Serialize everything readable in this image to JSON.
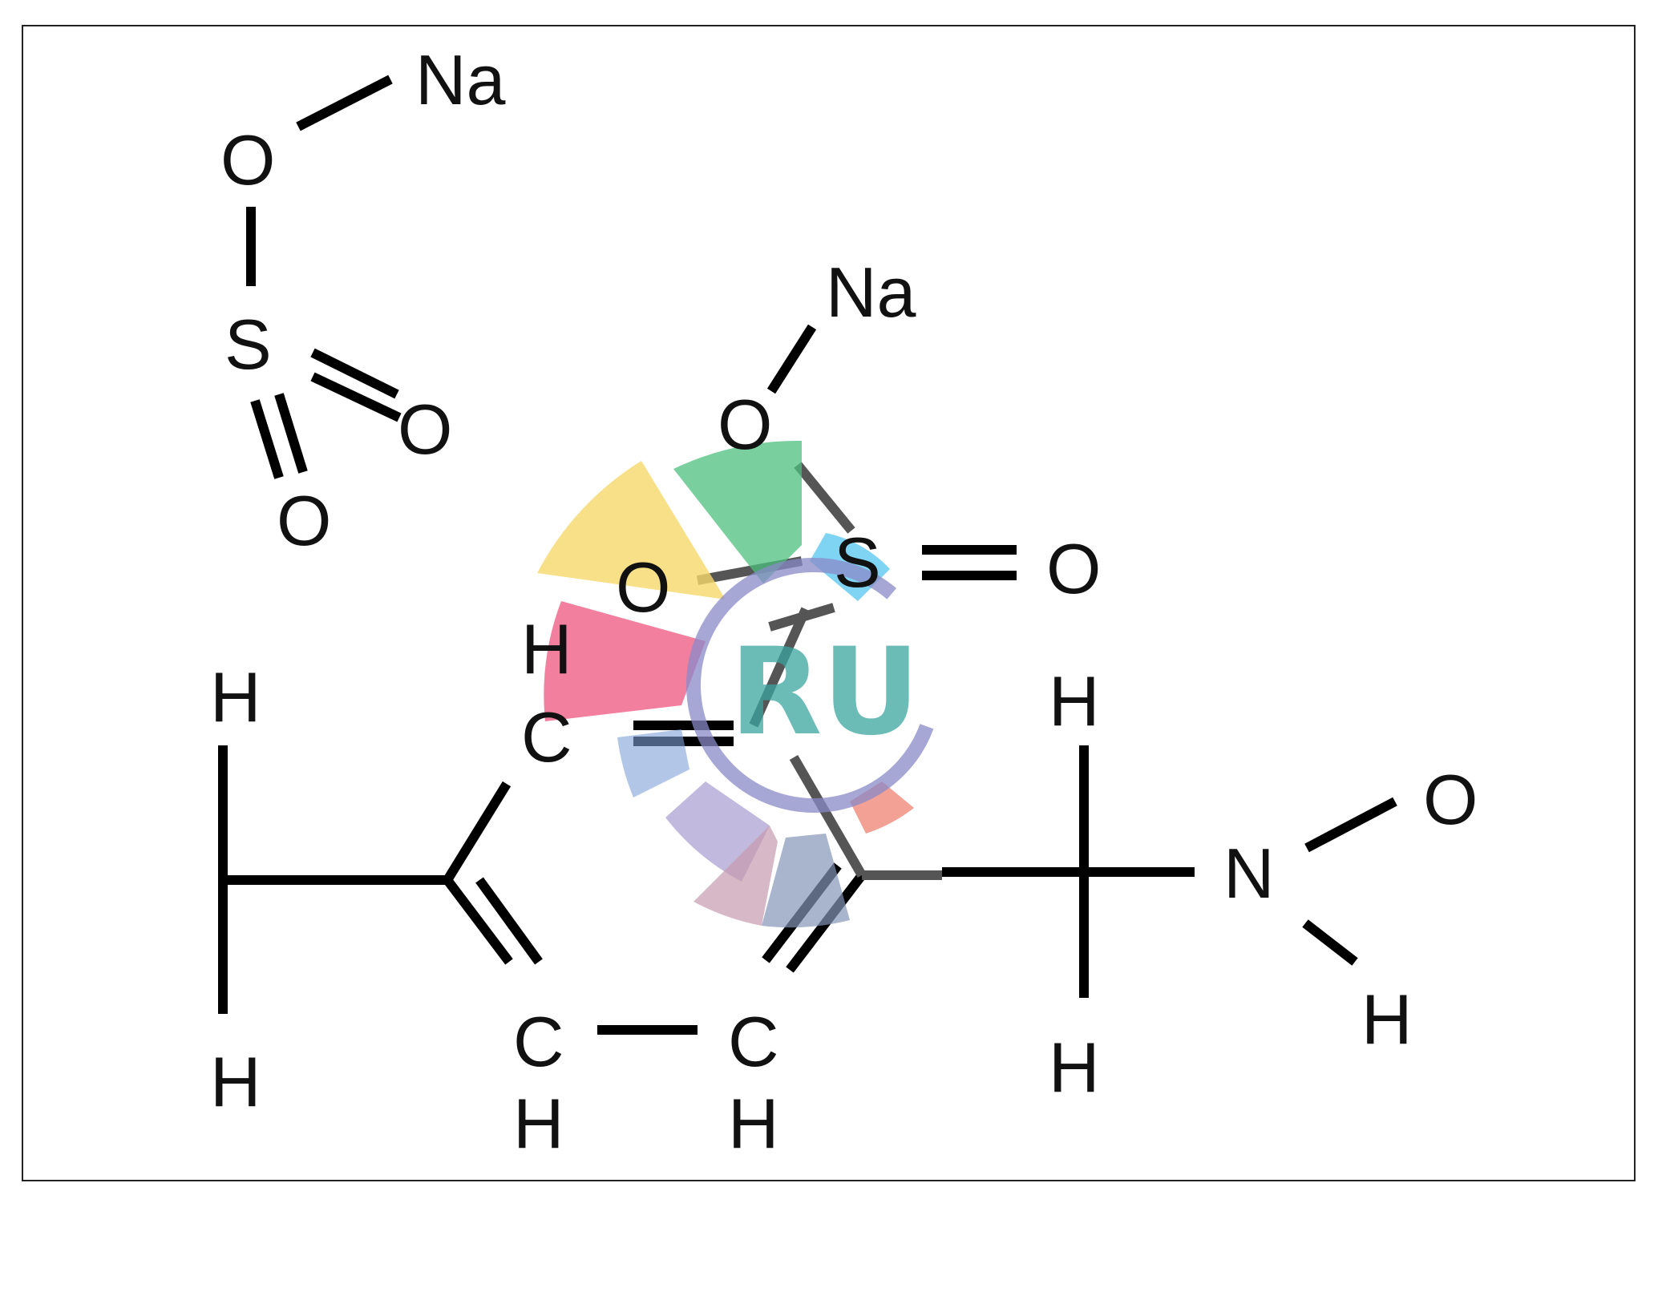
{
  "molecule": {
    "atoms": {
      "na1": "Na",
      "o1": "O",
      "s1": "S",
      "o2": "O",
      "o3": "O",
      "na2": "Na",
      "o4": "O",
      "s2": "S",
      "o5": "O",
      "o6": "O",
      "h_top_left": "H",
      "h_bottom_left": "H",
      "h_ring_top": "H",
      "c_ring_top": "C",
      "c_ring_b1": "C",
      "c_ring_b2": "C",
      "h_ring_b1": "H",
      "h_ring_b2": "H",
      "h_ch2_top": "H",
      "h_ch2_bottom": "H",
      "n1": "N",
      "o7": "O",
      "h_n": "H"
    }
  },
  "watermark": {
    "text": "RU",
    "colors": [
      "#f6d86a",
      "#4cbf7e",
      "#ef5f86",
      "#5fc8f0",
      "#7fa2d8",
      "#9a8cc8",
      "#c69aae",
      "#8594b8",
      "#f08a7a"
    ]
  }
}
